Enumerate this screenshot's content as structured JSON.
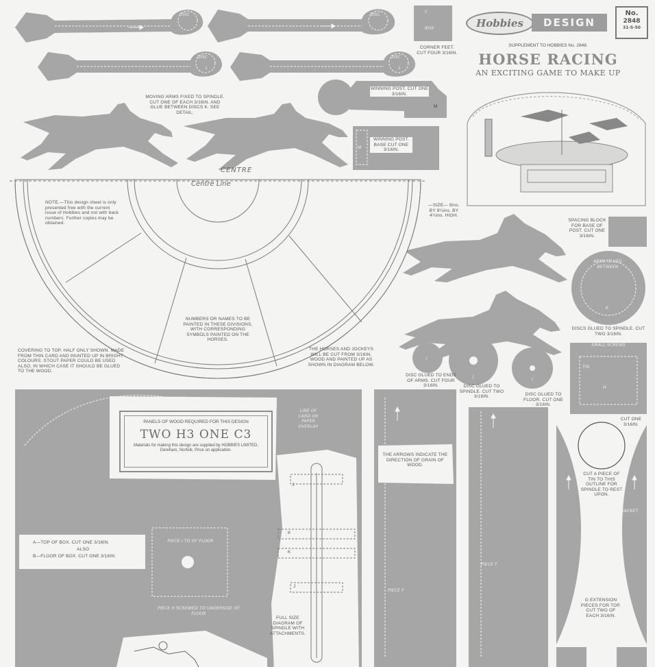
{
  "header": {
    "brand": "Hobbies",
    "design_label": "DESIGN",
    "number_label": "No.",
    "number": "2848",
    "date": "31-5-50",
    "supplement": "SUPPLEMENT TO HOBBIES No. 2848.",
    "title": "HORSE RACING",
    "subtitle": "AN EXCITING GAME TO MAKE UP"
  },
  "labels": {
    "moving_arms": "MOVING ARMS FIXED TO SPINDLE. CUT ONE OF EACH 3/16in. AND GLUE BETWEEN DISCS K. See detail.",
    "winning_post": "WINNING POST. CUT ONE 3/16in.",
    "winning_post_base": "WINNING POST. BASE CUT ONE 3/16in.",
    "corner_feet": "CORNER FEET. CUT FOUR 3/16in.",
    "box": "BOX",
    "c": "C",
    "m": "M",
    "centre": "CENTRE",
    "centre_line": "Centre Line",
    "note": "NOTE.—This design sheet is only presented free with the current issue of Hobbies and not with back numbers. Further copies may be obtained.",
    "numbers_names": "NUMBERS OR NAMES TO BE PAINTED IN THESE DIVISIONS, WITH CORRESPONDING SYMBOLS PAINTED ON THE HORSES.",
    "covering": "COVERING TO TOP. HALF ONLY SHOWN. MADE FROM THIN CARD AND PAINTED UP IN BRIGHT COLOURS. STOUT PAPER COULD BE USED ALSO, IN WHICH CASE IT SHOULD BE GLUED TO THE WOOD.",
    "horses_jockeys": "THE HORSES AND JOCKEYS WILL BE CUT FROM 3/16in. WOOD AND PAINTED UP AS SHOWN IN DIAGRAM BELOW.",
    "size": "—SIZE— 8ins. BY 8¼ins. BY 4¼ins. HIGH.",
    "spacing_block": "SPACING BLOCK FOR BASE OF POST. CUT ONE 3/16in.",
    "arms_glued": "ARMS GLUED BETWEEN",
    "k": "K",
    "discs_spindle_top": "DISCS GLUED TO SPINDLE. CUT TWO 3/16in.",
    "small_screws": "SMALL SCREWS",
    "tin": "TIN",
    "h": "H",
    "disc_arms": "DISC GLUED TO ENDS OF ARMS. CUT FOUR 3/16in.",
    "disc_spindle": "DISC GLUED TO SPINDLE. CUT TWO 3/16in.",
    "disc_floor": "DISC GLUED TO FLOOR. CUT ONE 3/16in.",
    "i": "I",
    "j": "J",
    "disc": "DISC",
    "l": "L",
    "line_card": "LINE OF CARD OR PAPER OVERLAY",
    "arrows": "THE ARROWS INDICATE THE DIRECTION OF GRAIN OF WOOD.",
    "piece_f": "PIECE F",
    "cut_one": "CUT ONE 3/16in.",
    "tin_outline": "CUT A PIECE OF TIN TO THIS OUTLINE FOR SPINDLE TO REST UPON.",
    "bracket": "BRACKET",
    "extension": "G EXTENSION PIECES FOR TOP. CUT TWO OF EACH 3/16in.",
    "top_box": "A—TOP OF BOX. CUT ONE 3/16in.",
    "also": "ALSO",
    "floor_box": "B—FLOOR OF BOX. CUT ONE 3/16in.",
    "piece_h": "PIECE H SCREWED TO UNDERSIDE OF FLOOR",
    "piece_to_floor": "PIECE I TO OF FLOOR",
    "spindle": "FULL SIZE DIAGRAM OF SPINDLE WITH ATTACHMENTS."
  },
  "panel": {
    "heading": "PANELS OF WOOD REQUIRED FOR THIS DESIGN",
    "panels": "TWO H3 ONE C3",
    "materials": "Materials for making this design are supplied by HOBBIES LIMITED, Dereham, Norfolk. Price on application."
  },
  "colors": {
    "paper": "#f4f4f2",
    "piece_grey": "#a6a6a6",
    "ink": "#555555"
  }
}
